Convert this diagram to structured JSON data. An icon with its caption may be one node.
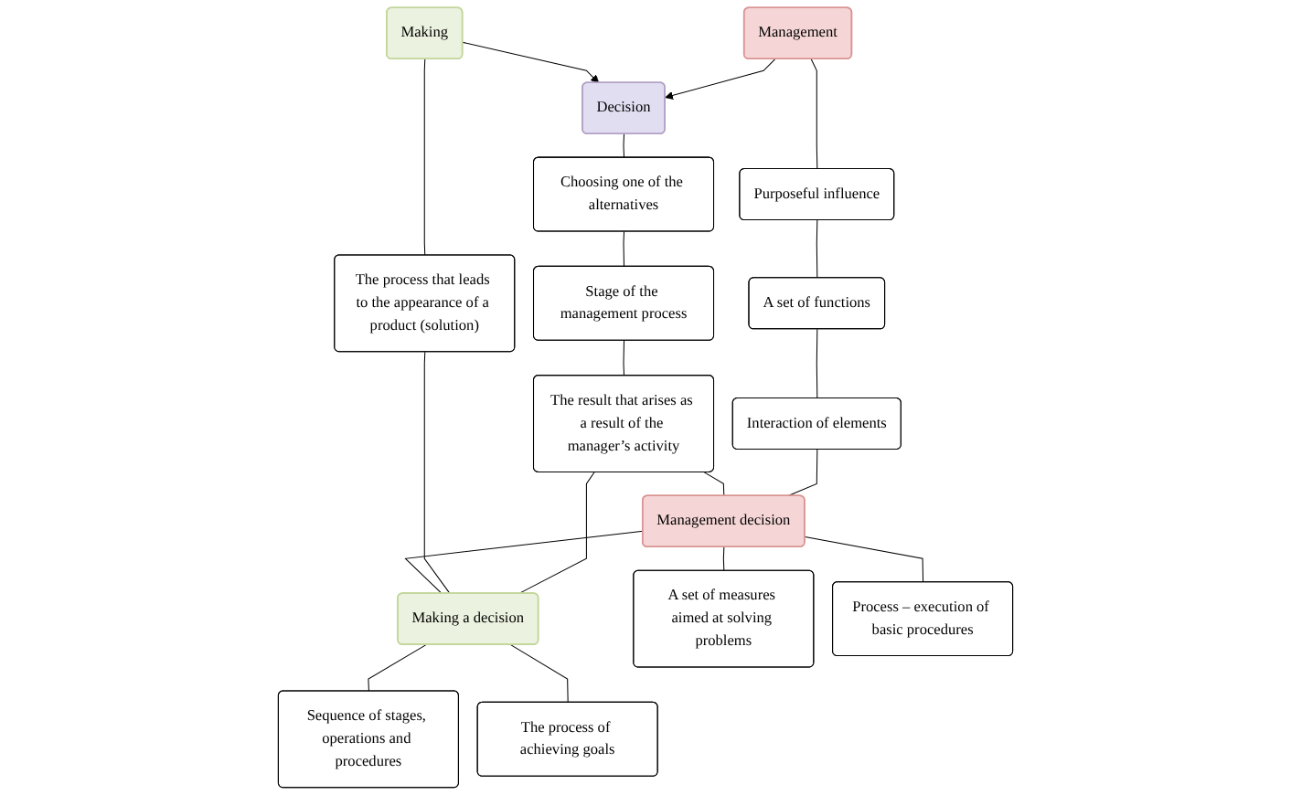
{
  "diagram": {
    "nodes": [
      {
        "text": [
          "Management"
        ]
      },
      {
        "text": [
          "Decision"
        ]
      },
      {
        "text": [
          "Making"
        ]
      },
      {
        "text": [
          "Purposeful influence"
        ]
      },
      {
        "text": [
          "A set of functions"
        ]
      },
      {
        "text": [
          "Interaction of elements"
        ]
      },
      {
        "text": [
          "Choosing one of the alternatives"
        ]
      },
      {
        "text": [
          "Stage of the management process"
        ]
      },
      {
        "text": [
          "The result that arises as a result of the manager’s activity"
        ]
      },
      {
        "text": [
          "The process that leads to the appearance of a product (solution)"
        ]
      },
      {
        "text": [
          "Management decision"
        ]
      },
      {
        "text": [
          "Making a decision"
        ]
      },
      {
        "text": [
          "A set of measures aimed at solving problems"
        ]
      },
      {
        "text": [
          "Process – execution of basic procedures"
        ]
      },
      {
        "text": [
          "Sequence of stages, operations and procedures"
        ]
      },
      {
        "text": [
          "The process of achieving goals"
        ]
      }
    ],
    "edges": [
      {
        "from": 0,
        "to": 3,
        "arrow": "none"
      },
      {
        "from": 3,
        "to": 4,
        "arrow": "none"
      },
      {
        "from": 4,
        "to": 5,
        "arrow": "none"
      },
      {
        "from": 5,
        "to": 10,
        "arrow": "none"
      },
      {
        "from": 0,
        "to": 1,
        "arrow": "to"
      },
      {
        "from": 2,
        "to": 1,
        "arrow": "to"
      },
      {
        "from": 1,
        "to": 6,
        "arrow": "none"
      },
      {
        "from": 6,
        "to": 7,
        "arrow": "none"
      },
      {
        "from": 7,
        "to": 8,
        "arrow": "none"
      },
      {
        "from": 8,
        "to": 10,
        "arrow": "none"
      },
      {
        "from": 8,
        "to": 11,
        "arrow": "none"
      },
      {
        "from": 2,
        "to": 9,
        "arrow": "none"
      },
      {
        "from": 9,
        "to": 11,
        "arrow": "none"
      },
      {
        "from": 10,
        "to": 11,
        "arrow": "none"
      },
      {
        "from": 10,
        "to": 12,
        "arrow": "none"
      },
      {
        "from": 10,
        "to": 13,
        "arrow": "none"
      },
      {
        "from": 11,
        "to": 14,
        "arrow": "none"
      },
      {
        "from": 11,
        "to": 15,
        "arrow": "none"
      }
    ]
  }
}
